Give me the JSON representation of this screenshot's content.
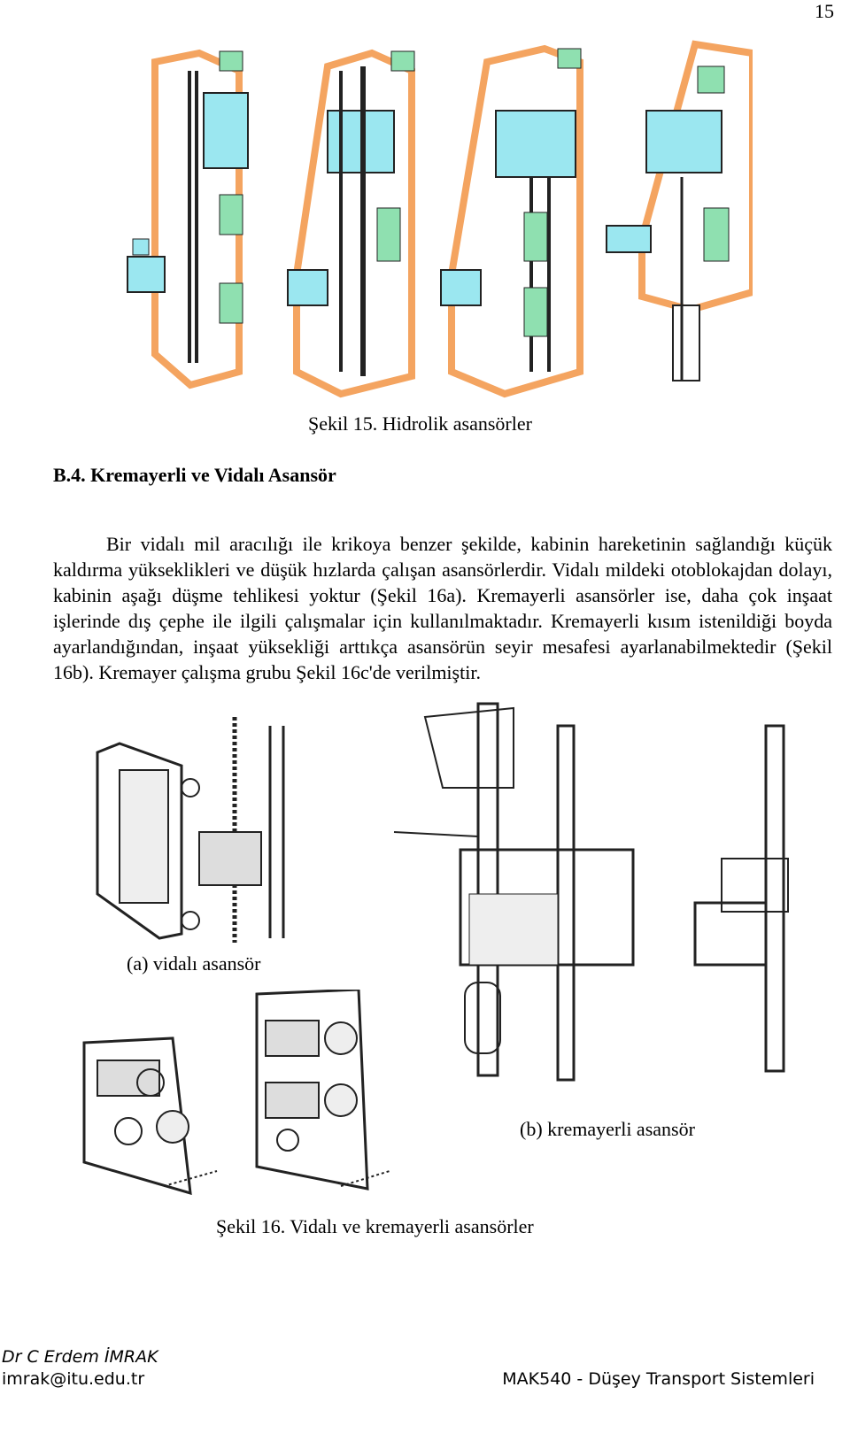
{
  "page_number": "15",
  "figure15": {
    "caption": "Şekil 15. Hidrolik asansörler",
    "colors": {
      "shaft": "#f4a460",
      "cabin": "#9be7f0",
      "panel": "#8fe0b0",
      "line": "#222222"
    }
  },
  "section": {
    "heading": "B.4. Kremayerli ve Vidalı Asansör",
    "paragraph": "Bir vidalı mil aracılığı ile krikoya benzer şekilde, kabinin hareketinin sağlandığı küçük kaldırma yükseklikleri ve düşük hızlarda çalışan asansörlerdir. Vidalı mildeki otoblokajdan dolayı, kabinin aşağı düşme tehlikesi yoktur (Şekil 16a). Kremayerli asansörler ise, daha çok inşaat işlerinde dış çephe ile ilgili çalışmalar için kullanılmaktadır. Kremayerli kısım istenildiği boyda ayarlandığından, inşaat yüksekliği arttıkça asansörün seyir mesafesi ayarlanabilmektedir (Şekil 16b). Kremayer çalışma grubu Şekil 16c'de verilmiştir."
  },
  "figure16": {
    "label_a": "(a) vidalı asansör",
    "label_b": "(b) kremayerli asansör",
    "caption": "Şekil 16. Vidalı ve kremayerli asansörler"
  },
  "footer": {
    "author": "Dr C Erdem İMRAK",
    "email": "imrak@itu.edu.tr",
    "course": "MAK540 - Düşey Transport Sistemleri"
  }
}
